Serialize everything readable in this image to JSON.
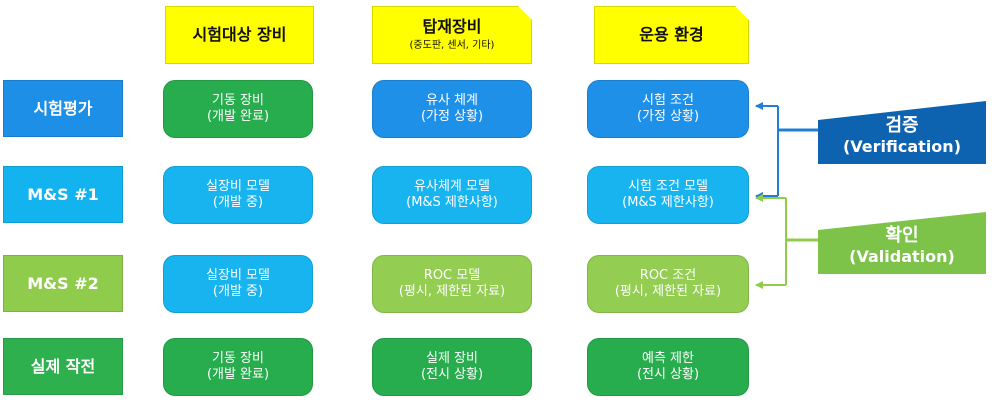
{
  "headers": {
    "test_equipment": {
      "title": "시험대상 장비",
      "sub": ""
    },
    "onboard_equipment": {
      "title": "탑재장비",
      "sub": "(중도판, 센서, 기타)"
    },
    "operating_env": {
      "title": "운용 환경",
      "sub": ""
    }
  },
  "rows": [
    {
      "label": "시험평가",
      "cells": [
        {
          "line1": "기동 장비",
          "line2": "(개발 완료)"
        },
        {
          "line1": "유사 체계",
          "line2": "(가정 상황)"
        },
        {
          "line1": "시험 조건",
          "line2": "(가정 상황)"
        }
      ]
    },
    {
      "label": "M&S #1",
      "cells": [
        {
          "line1": "실장비 모델",
          "line2": "(개발 중)"
        },
        {
          "line1": "유사체계 모델",
          "line2": "(M&S 제한사항)"
        },
        {
          "line1": "시험 조건 모델",
          "line2": "(M&S 제한사항)"
        }
      ]
    },
    {
      "label": "M&S #2",
      "cells": [
        {
          "line1": "실장비 모델",
          "line2": "(개발 중)"
        },
        {
          "line1": "ROC 모델",
          "line2": "(평시, 제한된 자료)"
        },
        {
          "line1": "ROC 조건",
          "line2": "(평시, 제한된 자료)"
        }
      ]
    },
    {
      "label": "실제 작전",
      "cells": [
        {
          "line1": "기동 장비",
          "line2": "(개발 완료)"
        },
        {
          "line1": "실제 장비",
          "line2": "(전시 상황)"
        },
        {
          "line1": "예측 제한",
          "line2": "(전시 상황)"
        }
      ]
    }
  ],
  "outcomes": {
    "verification": {
      "title": "검증",
      "sub": "(Verification)"
    },
    "validation": {
      "title": "확인",
      "sub": "(Validation)"
    }
  },
  "colors": {
    "header_yellow": "#ffff00",
    "blue": "#1e8fe6",
    "sky": "#12b3ef",
    "lime": "#8fcc4c",
    "green": "#2fb04f",
    "verification_bg": "#0e63b0",
    "validation_bg": "#7dc34a"
  }
}
